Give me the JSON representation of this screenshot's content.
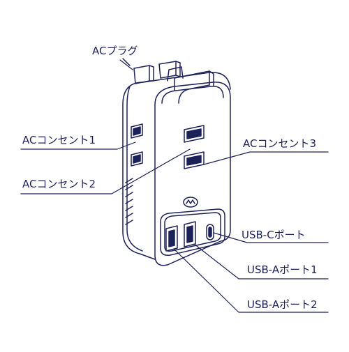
{
  "colors": {
    "line": "#1c2159",
    "background": "#ffffff"
  },
  "labels": {
    "ac_plug": "ACプラグ",
    "ac_outlet_1": "ACコンセント1",
    "ac_outlet_2": "ACコンセント2",
    "ac_outlet_3": "ACコンセント3",
    "usb_c_port": "USB-Cポート",
    "usb_a_port_1": "USB-Aポート1",
    "usb_a_port_2": "USB-Aポート2"
  },
  "icons": {
    "device": "power-strip-adapter-icon",
    "logo": "brand-logo-icon"
  }
}
